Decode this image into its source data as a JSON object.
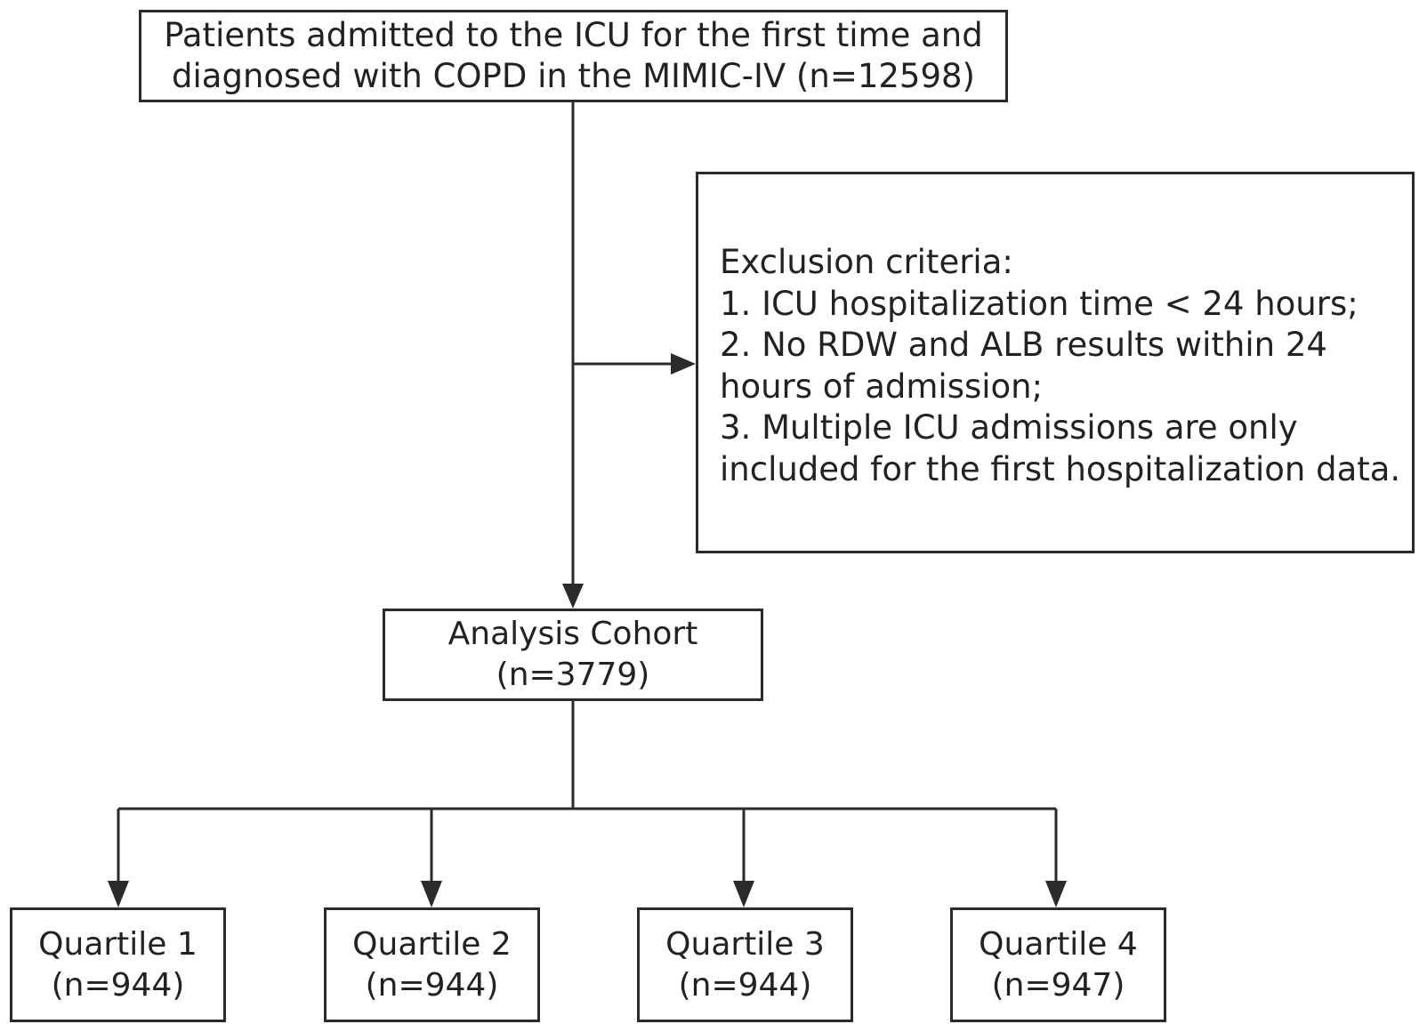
{
  "top_box": {
    "lines": [
      "Patients admitted to the ICU for the first time and",
      "diagnosed with COPD in the MIMIC-IV (n=12598)"
    ]
  },
  "exclusion_box": {
    "lines": [
      "Exclusion criteria:",
      "1. ICU hospitalization time < 24 hours;",
      "2. No RDW and ALB results within 24",
      "hours of admission;",
      "3. Multiple ICU admissions are only",
      "included for the first hospitalization data."
    ]
  },
  "cohort_box": {
    "title": "Analysis Cohort",
    "count": "(n=3779)"
  },
  "quartiles": [
    {
      "label": "Quartile 1",
      "count": "(n=944)"
    },
    {
      "label": "Quartile 2",
      "count": "(n=944)"
    },
    {
      "label": "Quartile 3",
      "count": "(n=944)"
    },
    {
      "label": "Quartile 4",
      "count": "(n=947)"
    }
  ],
  "colors": {
    "line": "#2b2b2b",
    "box_border": "#2b2b2b",
    "text": "#222222"
  }
}
